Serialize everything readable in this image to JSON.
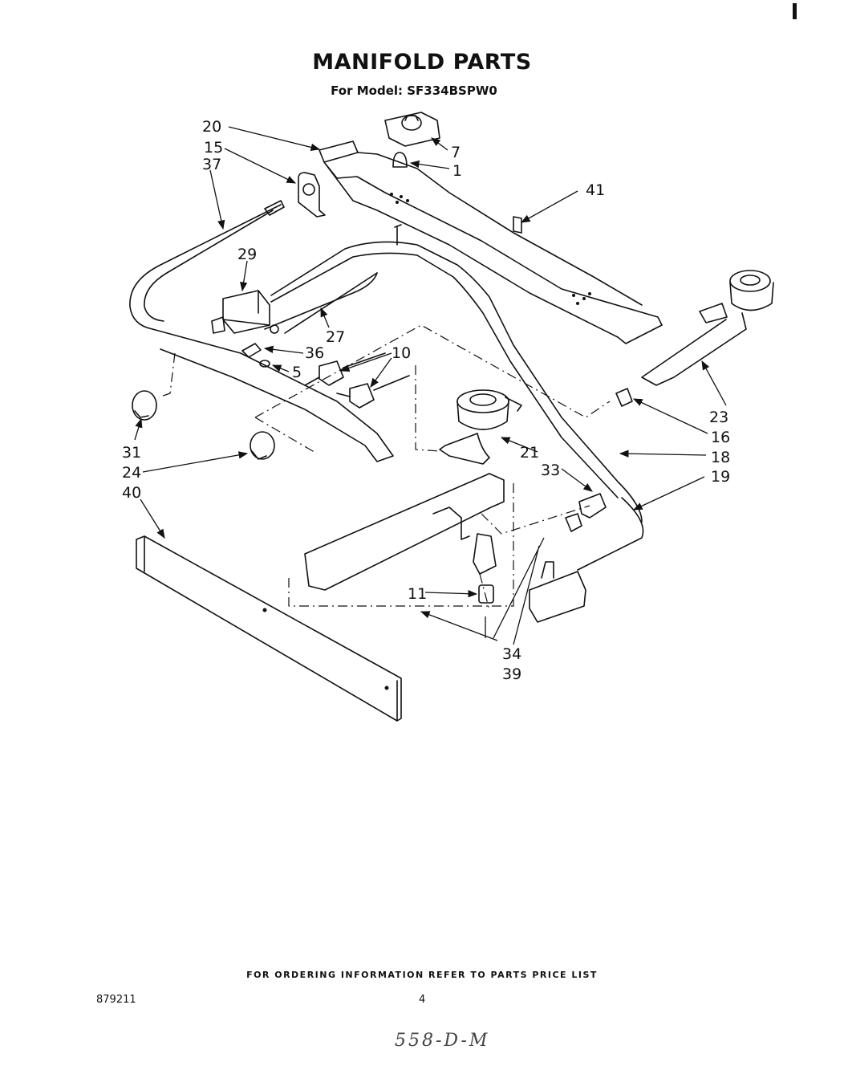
{
  "document": {
    "title": "MANIFOLD PARTS",
    "subtitle": "For Model: SF334BSPW0",
    "footer_note": "FOR ORDERING INFORMATION REFER TO PARTS PRICE LIST",
    "doc_number": "879211",
    "page_number": "4",
    "handwritten_note": "558-D-M"
  },
  "callouts": [
    "20",
    "15",
    "37",
    "7",
    "1",
    "41",
    "29",
    "27",
    "36",
    "10",
    "5",
    "31",
    "24",
    "40",
    "23",
    "16",
    "21",
    "18",
    "33",
    "19",
    "11",
    "34",
    "39"
  ]
}
